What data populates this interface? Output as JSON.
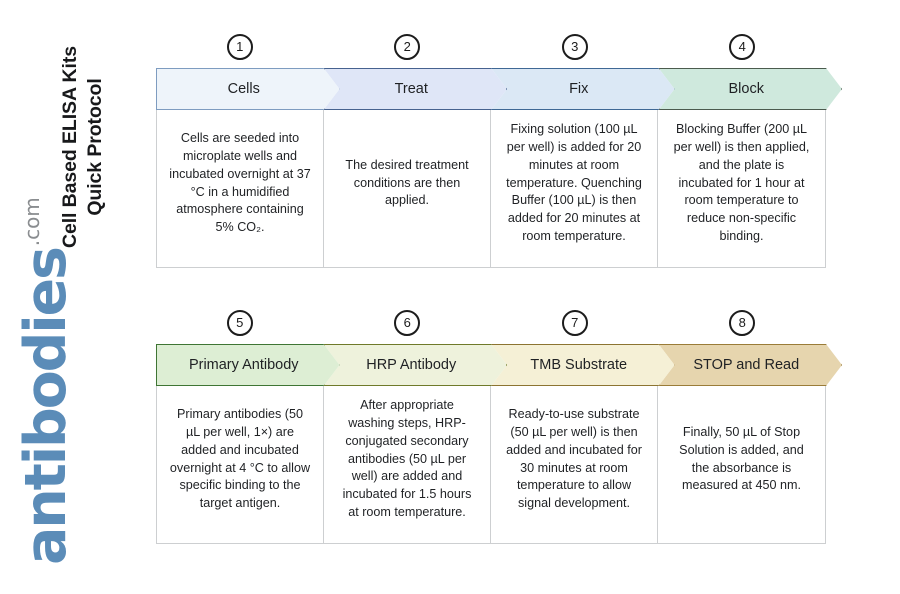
{
  "document": {
    "title_line1": "Cell Based ELISA Kits",
    "title_line2": "Quick Protocol"
  },
  "brand": {
    "name": "antibodies",
    "tld": ".com",
    "color": "#5b8cb8"
  },
  "rows": [
    {
      "id": "row-1",
      "steps": [
        {
          "number": "1",
          "label": "Cells",
          "fill": "#eef4fa",
          "border": "#7e9cc0",
          "text": "Cells are seeded into microplate wells and incubated overnight at 37 °C in a humidified atmosphere containing 5% CO₂."
        },
        {
          "number": "2",
          "label": "Treat",
          "fill": "#dfe6f7",
          "border": "#46628f",
          "text": "The desired treatment conditions are then applied."
        },
        {
          "number": "3",
          "label": "Fix",
          "fill": "#dbe8f5",
          "border": "#3f6895",
          "text": "Fixing solution (100 µL per well) is added for 20 minutes at room temperature. Quenching Buffer (100 µL) is then added for 20 minutes at room temperature."
        },
        {
          "number": "4",
          "label": "Block",
          "fill": "#cfe9dd",
          "border": "#4b5b4e",
          "text": "Blocking Buffer (200 µL per well) is then applied, and the plate is incubated for 1 hour at room temperature to reduce non-specific binding."
        }
      ]
    },
    {
      "id": "row-2",
      "steps": [
        {
          "number": "5",
          "label": "Primary Antibody",
          "fill": "#ddeed4",
          "border": "#3f7534",
          "text": "Primary antibodies (50 µL per well, 1×) are added and incubated overnight at 4 °C to allow specific binding to the target antigen."
        },
        {
          "number": "6",
          "label": "HRP Antibody",
          "fill": "#eef2dc",
          "border": "#6f7a2a",
          "text": "After appropriate washing steps, HRP-conjugated secondary antibodies (50 µL per well) are added and incubated for 1.5 hours at room temperature."
        },
        {
          "number": "7",
          "label": "TMB Substrate",
          "fill": "#f5f0d6",
          "border": "#8c7431",
          "text": "Ready-to-use substrate (50 µL per well) is then added and incubated for 30 minutes at room temperature to allow signal development."
        },
        {
          "number": "8",
          "label": "STOP and Read",
          "fill": "#e6d5ae",
          "border": "#9a7c38",
          "text": "Finally, 50 µL of Stop Solution is added, and the absorbance is measured at 450 nm."
        }
      ]
    }
  ]
}
